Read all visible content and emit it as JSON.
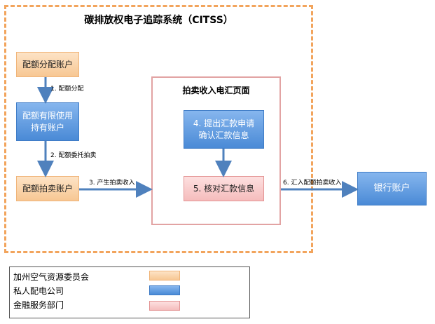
{
  "title": "碳排放权电子追踪系统（CITSS）",
  "boxes": {
    "allocation_account": "配额分配账户",
    "limited_use_line1": "配额有限使用",
    "limited_use_line2": "持有账户",
    "auction_account": "配额拍卖账户",
    "submit_line1": "4. 提出汇款申请",
    "submit_line2": "确认汇款信息",
    "verify": "5. 核对汇款信息",
    "bank": "银行账户"
  },
  "auction_page_title": "拍卖收入电汇页面",
  "edges": {
    "step1": "1. 配额分配",
    "step2": "2. 配额委托拍卖",
    "step3": "3. 产生拍卖收入",
    "step6": "6. 汇入配额拍卖收入"
  },
  "legend": [
    {
      "label": "加州空气资源委员会",
      "color": "#f7c793"
    },
    {
      "label": "私人配电公司",
      "color": "#4a8ad6"
    },
    {
      "label": "金融服务部门",
      "color": "#f5bcbc"
    }
  ],
  "colors": {
    "frame_dash": "#f2a45c",
    "arrow": "#4f81bd"
  }
}
